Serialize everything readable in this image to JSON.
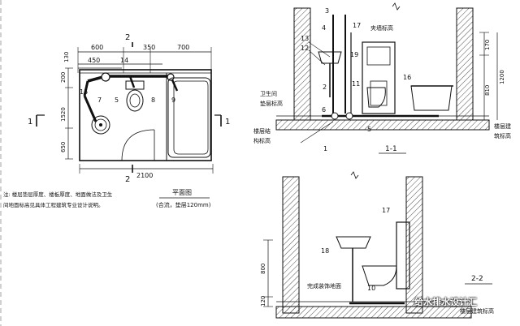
{
  "plan": {
    "dims_top": [
      "600",
      "350",
      "700",
      "130",
      "450",
      "14"
    ],
    "dim_total": "2100",
    "dims_left": [
      "200",
      "1520",
      "650"
    ],
    "labels": [
      "2",
      "2",
      "1",
      "1",
      "15",
      "7",
      "5",
      "8",
      "9"
    ],
    "title": "平面图",
    "subtitle": "(合流，垫层120mm)"
  },
  "note": {
    "line1": "注: 楼层垫层厚度、楼板厚度、地面做法及卫生",
    "line2": "间地面标高见具体工程建筑专业设计说明。"
  },
  "section1": {
    "title": "1-1",
    "numbers": [
      "3",
      "4",
      "13",
      "12",
      "2",
      "17",
      "19",
      "11",
      "16",
      "6",
      "5",
      "1"
    ],
    "texts": [
      "夹墙标高",
      "卫生间",
      "垫层标高",
      "楼层结",
      "构标高",
      "楼层建",
      "筑标高"
    ],
    "dims": [
      "170",
      "810",
      "1200"
    ]
  },
  "section2": {
    "title": "2-2",
    "numbers": [
      "17",
      "18",
      "10"
    ],
    "texts": [
      "完成装饰地面",
      "楼层建筑标高"
    ],
    "dims": [
      "800",
      "120"
    ]
  },
  "watermark": "给水排水设计汇"
}
